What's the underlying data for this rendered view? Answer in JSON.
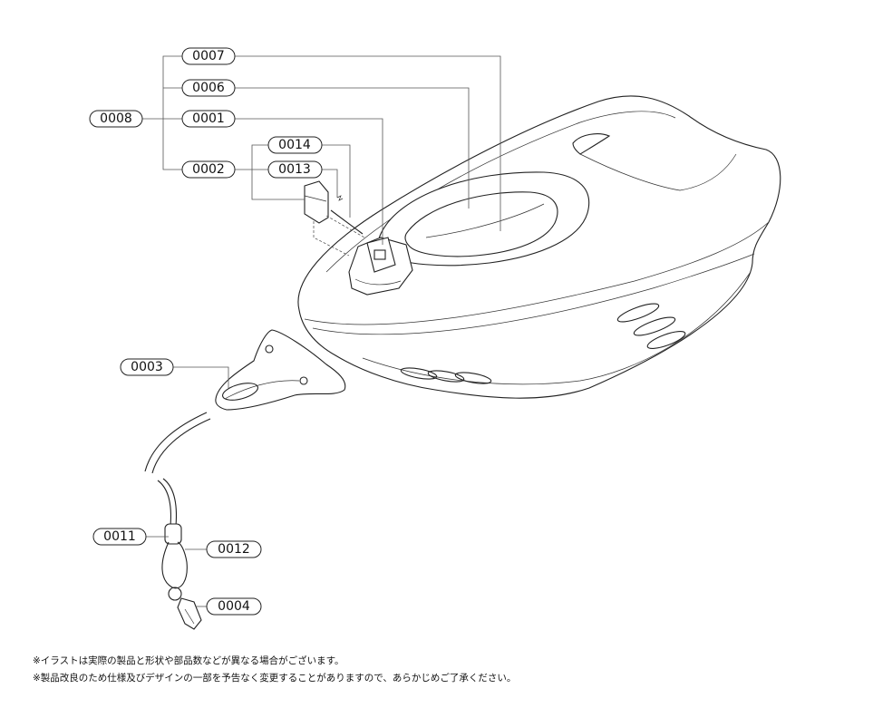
{
  "callouts": [
    {
      "id": "p0007",
      "label": "0007"
    },
    {
      "id": "p0006",
      "label": "0006"
    },
    {
      "id": "p0008",
      "label": "0008"
    },
    {
      "id": "p0001",
      "label": "0001"
    },
    {
      "id": "p0014",
      "label": "0014"
    },
    {
      "id": "p0002",
      "label": "0002"
    },
    {
      "id": "p0013",
      "label": "0013"
    },
    {
      "id": "p0003",
      "label": "0003"
    },
    {
      "id": "p0011",
      "label": "0011"
    },
    {
      "id": "p0012",
      "label": "0012"
    },
    {
      "id": "p0004",
      "label": "0004"
    }
  ],
  "notes": [
    "※イラストは実際の製品と形状や部品数などが異なる場合がございます。",
    "※製品改良のため仕様及びデザインの一部を予告なく変更することがありますので、あらかじめご了承ください。"
  ]
}
